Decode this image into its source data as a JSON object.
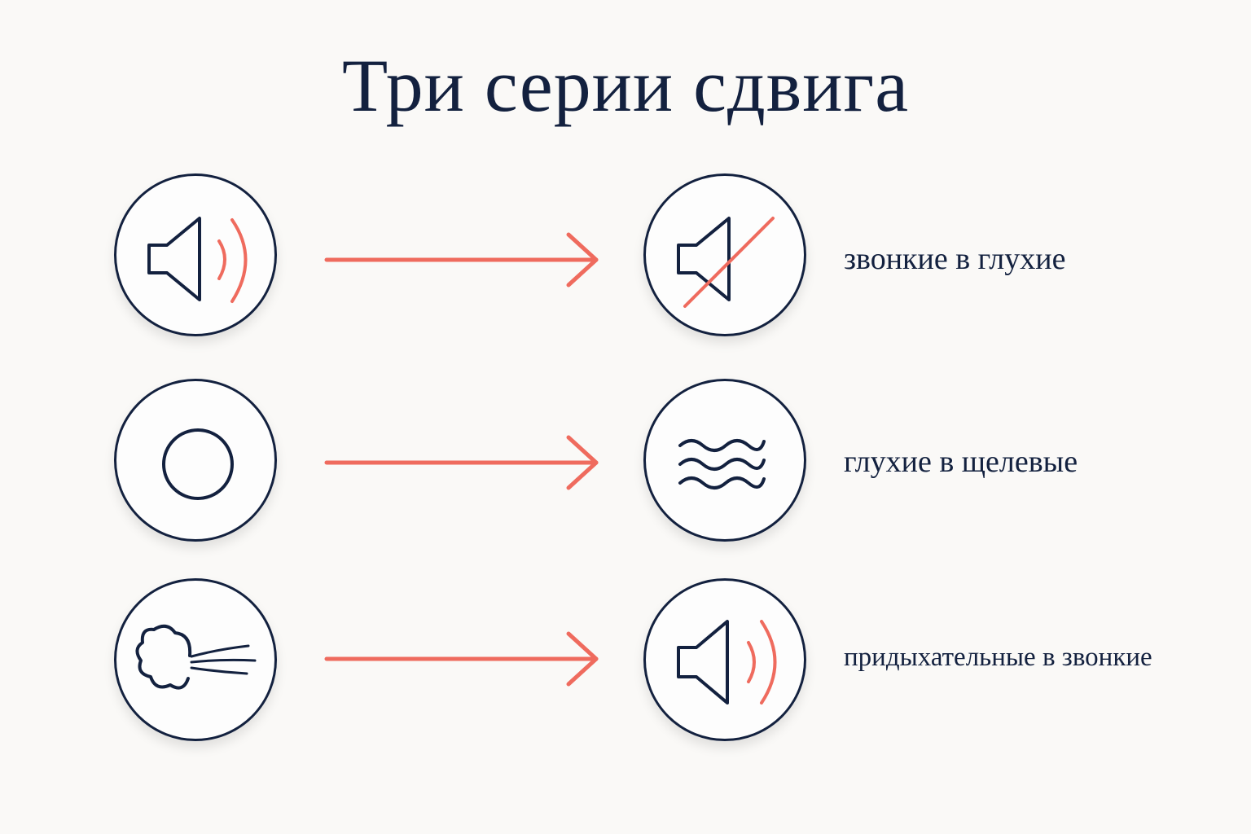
{
  "title": "Три серии сдвига",
  "colors": {
    "ink": "#13213f",
    "accent": "#ef6b5e",
    "background": "#faf9f7"
  },
  "rows": [
    {
      "from_icon": "speaker-sound-icon",
      "to_icon": "speaker-muted-icon",
      "label": "звонкие в глухие"
    },
    {
      "from_icon": "circle-stop-icon",
      "to_icon": "waves-icon",
      "label": "глухие в щелевые"
    },
    {
      "from_icon": "puff-of-air-icon",
      "to_icon": "speaker-sound-icon",
      "label": "придыхательные в звонкие"
    }
  ]
}
